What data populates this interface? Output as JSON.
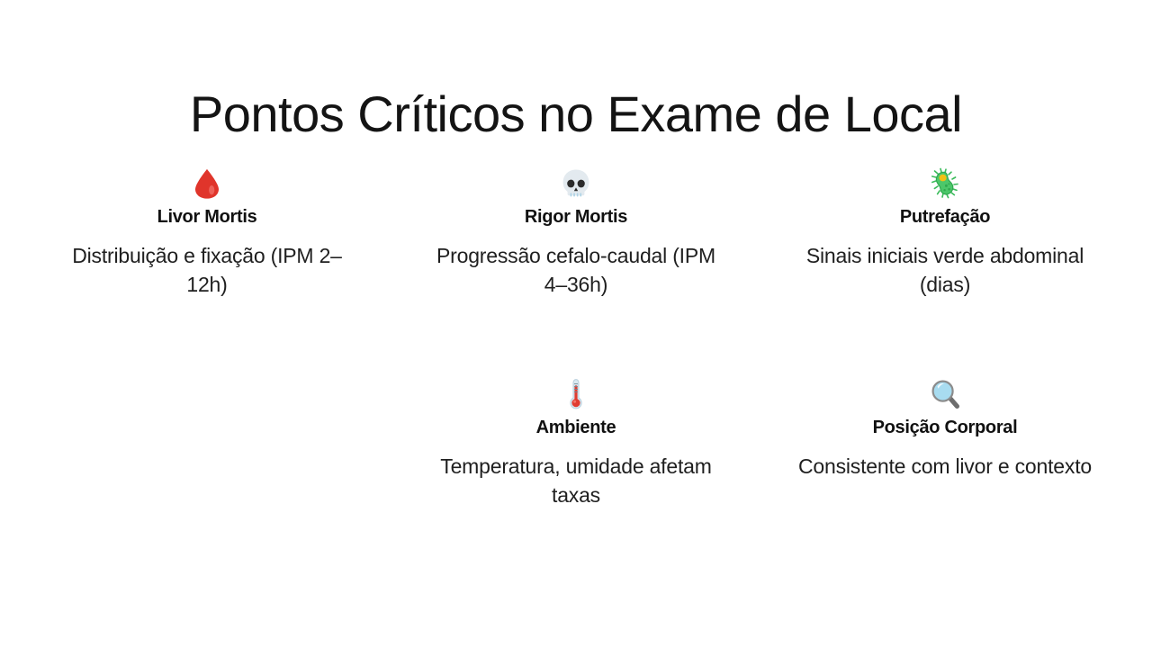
{
  "slide": {
    "title": "Pontos Críticos no Exame de Local",
    "background_color": "#ffffff",
    "title_color": "#141414",
    "text_color": "#1f1f1f"
  },
  "rows": [
    {
      "cards": [
        {
          "icon": "blood-drop-icon",
          "icon_color": "#E0352B",
          "title": "Livor Mortis",
          "description": "Distribuição e fixação (IPM 2–12h)"
        },
        {
          "icon": "skull-icon",
          "icon_color": "#E3EAEF",
          "title": "Rigor Mortis",
          "description": "Progressão cefalo-caudal (IPM 4–36h)"
        },
        {
          "icon": "microbe-icon",
          "icon_color": "#3BBB5B",
          "title": "Putrefação",
          "description": "Sinais iniciais verde abdominal (dias)"
        }
      ]
    },
    {
      "cards": [
        {
          "icon": "thermometer-icon",
          "icon_color": "#E03C31",
          "title": "Ambiente",
          "description": "Temperatura, umidade afetam taxas"
        },
        {
          "icon": "magnifying-glass-icon",
          "icon_color": "#A8DCF0",
          "title": "Posição Corporal",
          "description": "Consistente com livor e contexto"
        }
      ]
    }
  ]
}
